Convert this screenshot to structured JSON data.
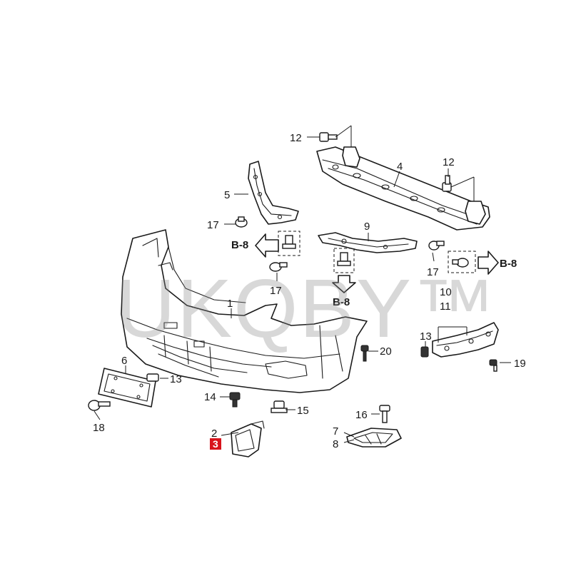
{
  "callouts": {
    "c1": "1",
    "c2": "2",
    "c3": "3",
    "c4": "4",
    "c5": "5",
    "c6": "6",
    "c7": "7",
    "c8": "8",
    "c9": "9",
    "c10": "10",
    "c11": "11",
    "c12a": "12",
    "c12b": "12",
    "c13a": "13",
    "c13b": "13",
    "c14": "14",
    "c15": "15",
    "c16": "16",
    "c17a": "17",
    "c17b": "17",
    "c17c": "17",
    "c18": "18",
    "c19": "19",
    "c20": "20"
  },
  "section_refs": {
    "left": "B-8",
    "center": "B-8",
    "right": "B-8"
  },
  "highlight": {
    "value": "3",
    "color": "#d8141c"
  },
  "watermark": "UKQBY™"
}
